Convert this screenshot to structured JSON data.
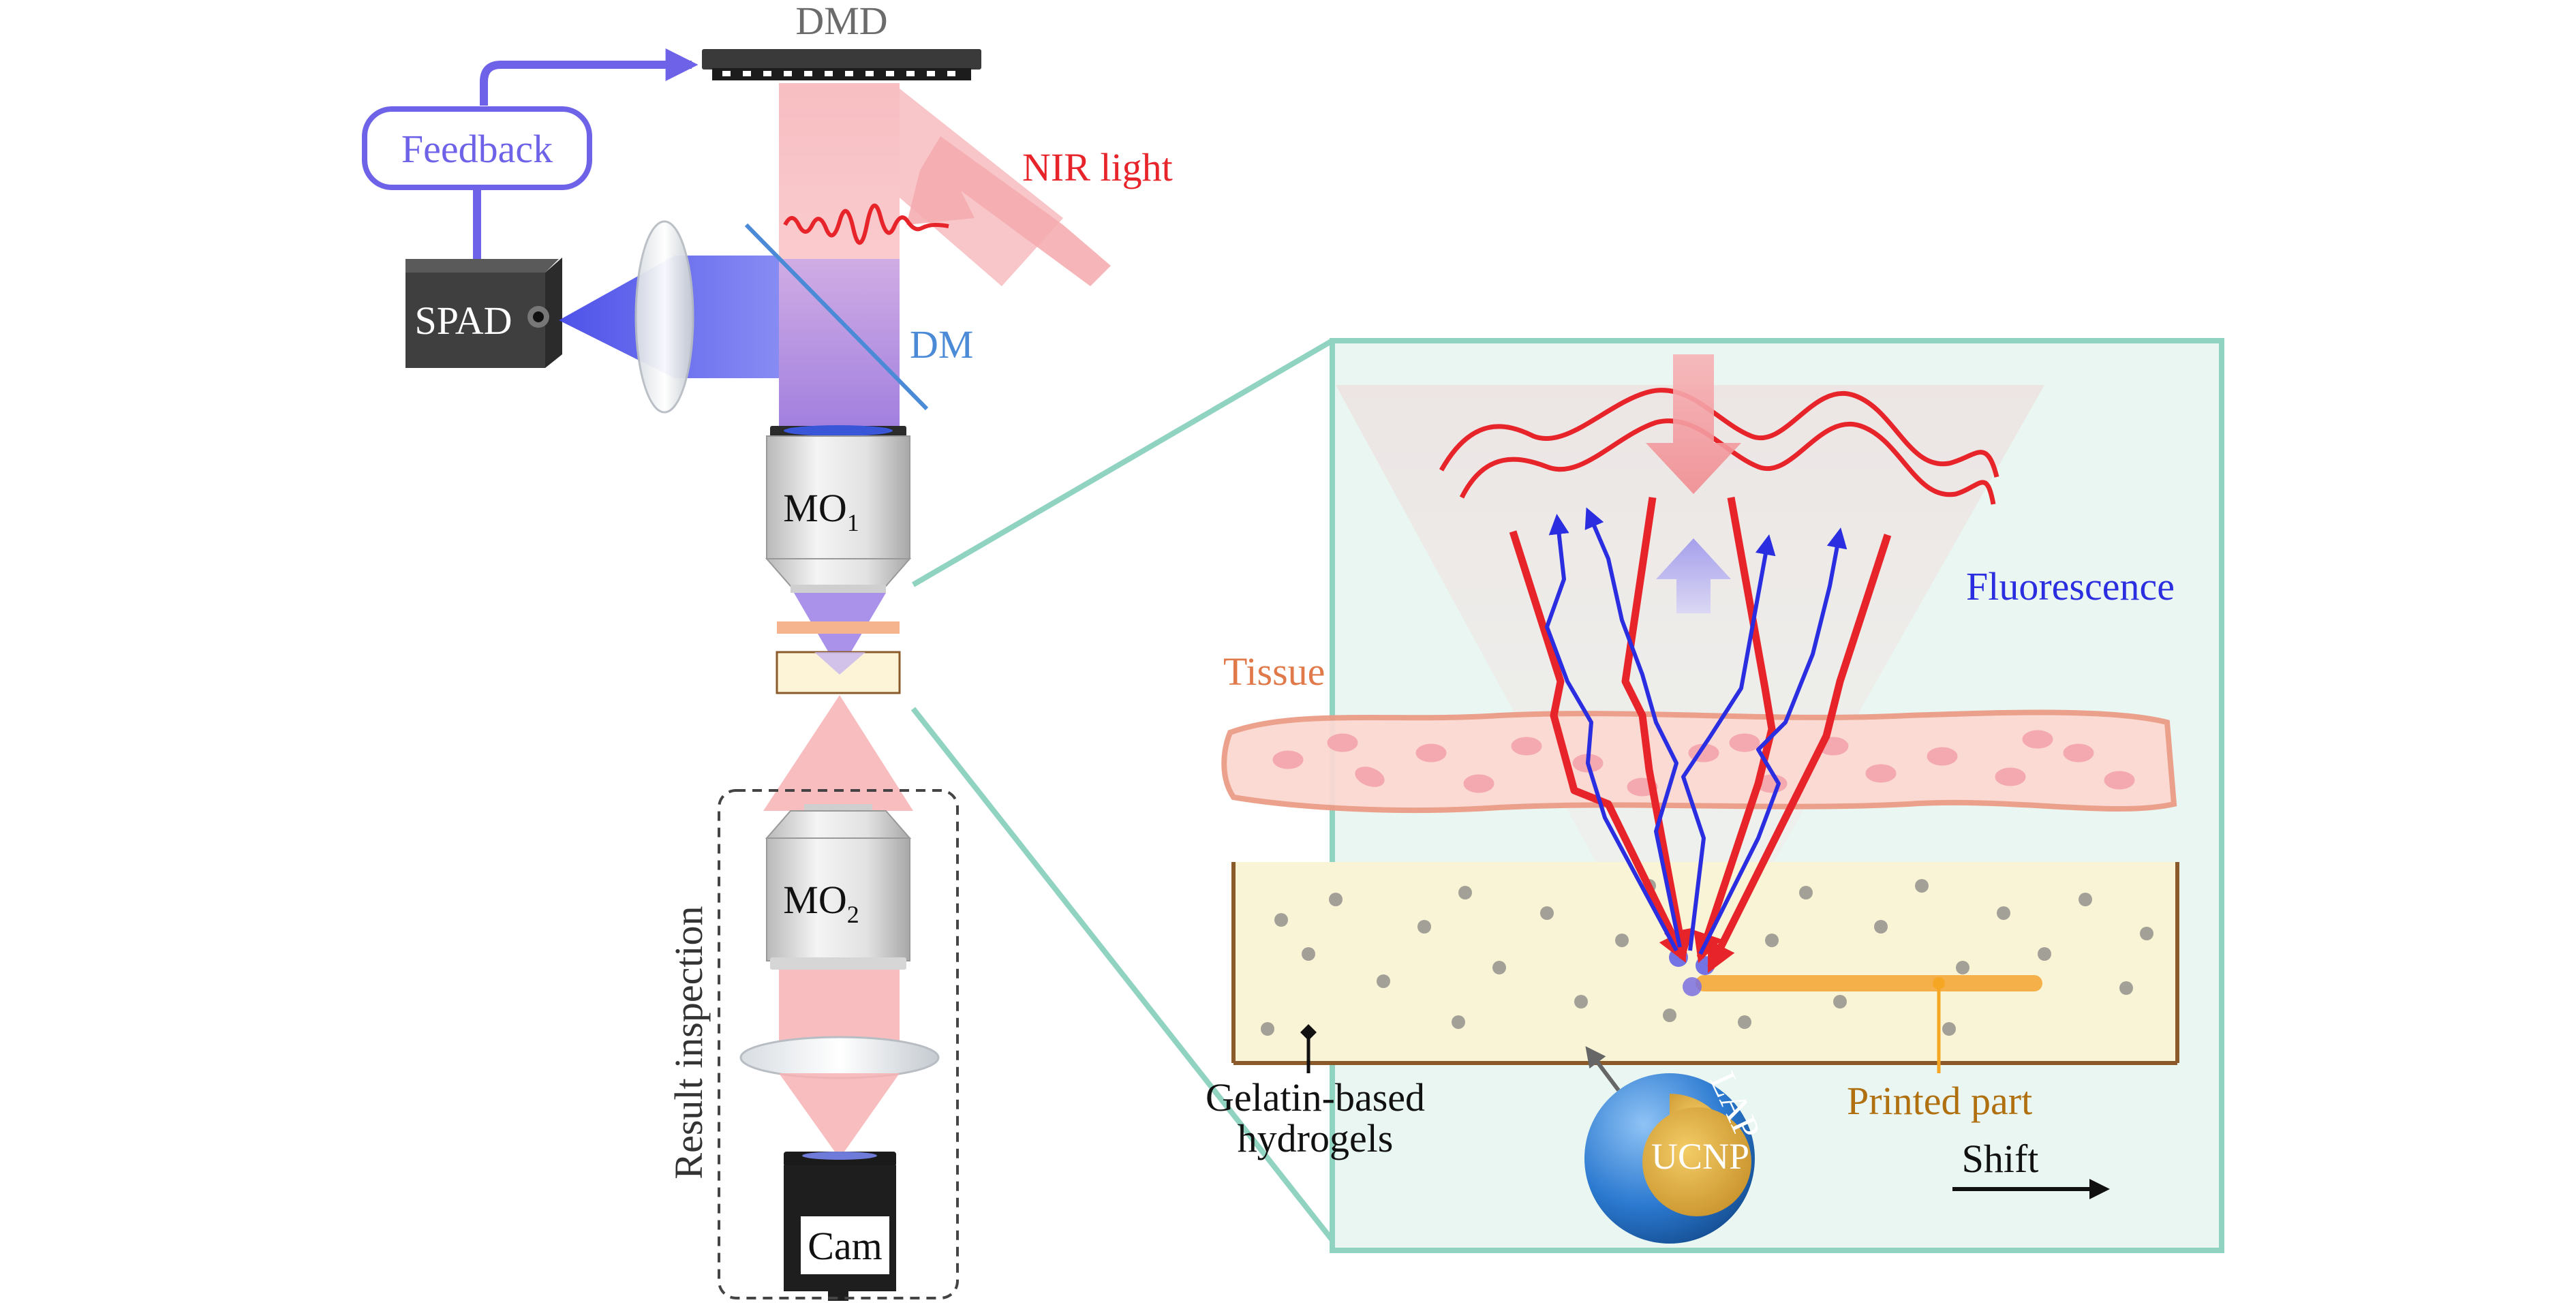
{
  "labels": {
    "dmd": "DMD",
    "nir_light": "NIR light",
    "feedback": "Feedback",
    "spad": "SPAD",
    "dm": "DM",
    "mo1": "MO",
    "mo1_sub": "1",
    "mo2": "MO",
    "mo2_sub": "2",
    "result_inspection": "Result inspection",
    "cam": "Cam",
    "tissue": "Tissue",
    "fluorescence": "Fluorescence",
    "gelatin_line1": "Gelatin-based",
    "gelatin_line2": "hydrogels",
    "lap": "LAP",
    "ucnp": "UCNP",
    "printed_part": "Printed part",
    "shift": "Shift"
  },
  "colors": {
    "nir_red": "#e8242b",
    "fluorescence_blue": "#2a2ee0",
    "feedback_purple": "#6e63e8",
    "dm_blue": "#4b8ad6",
    "tissue_orange": "#e07a4a",
    "printed_orange": "#f5a623",
    "printed_text": "#b07010",
    "inset_border": "#8fd3c0",
    "inset_fill": "#e9f6f1",
    "hydrogel_fill": "#faf4d6",
    "hydrogel_border": "#8a5a2b"
  }
}
